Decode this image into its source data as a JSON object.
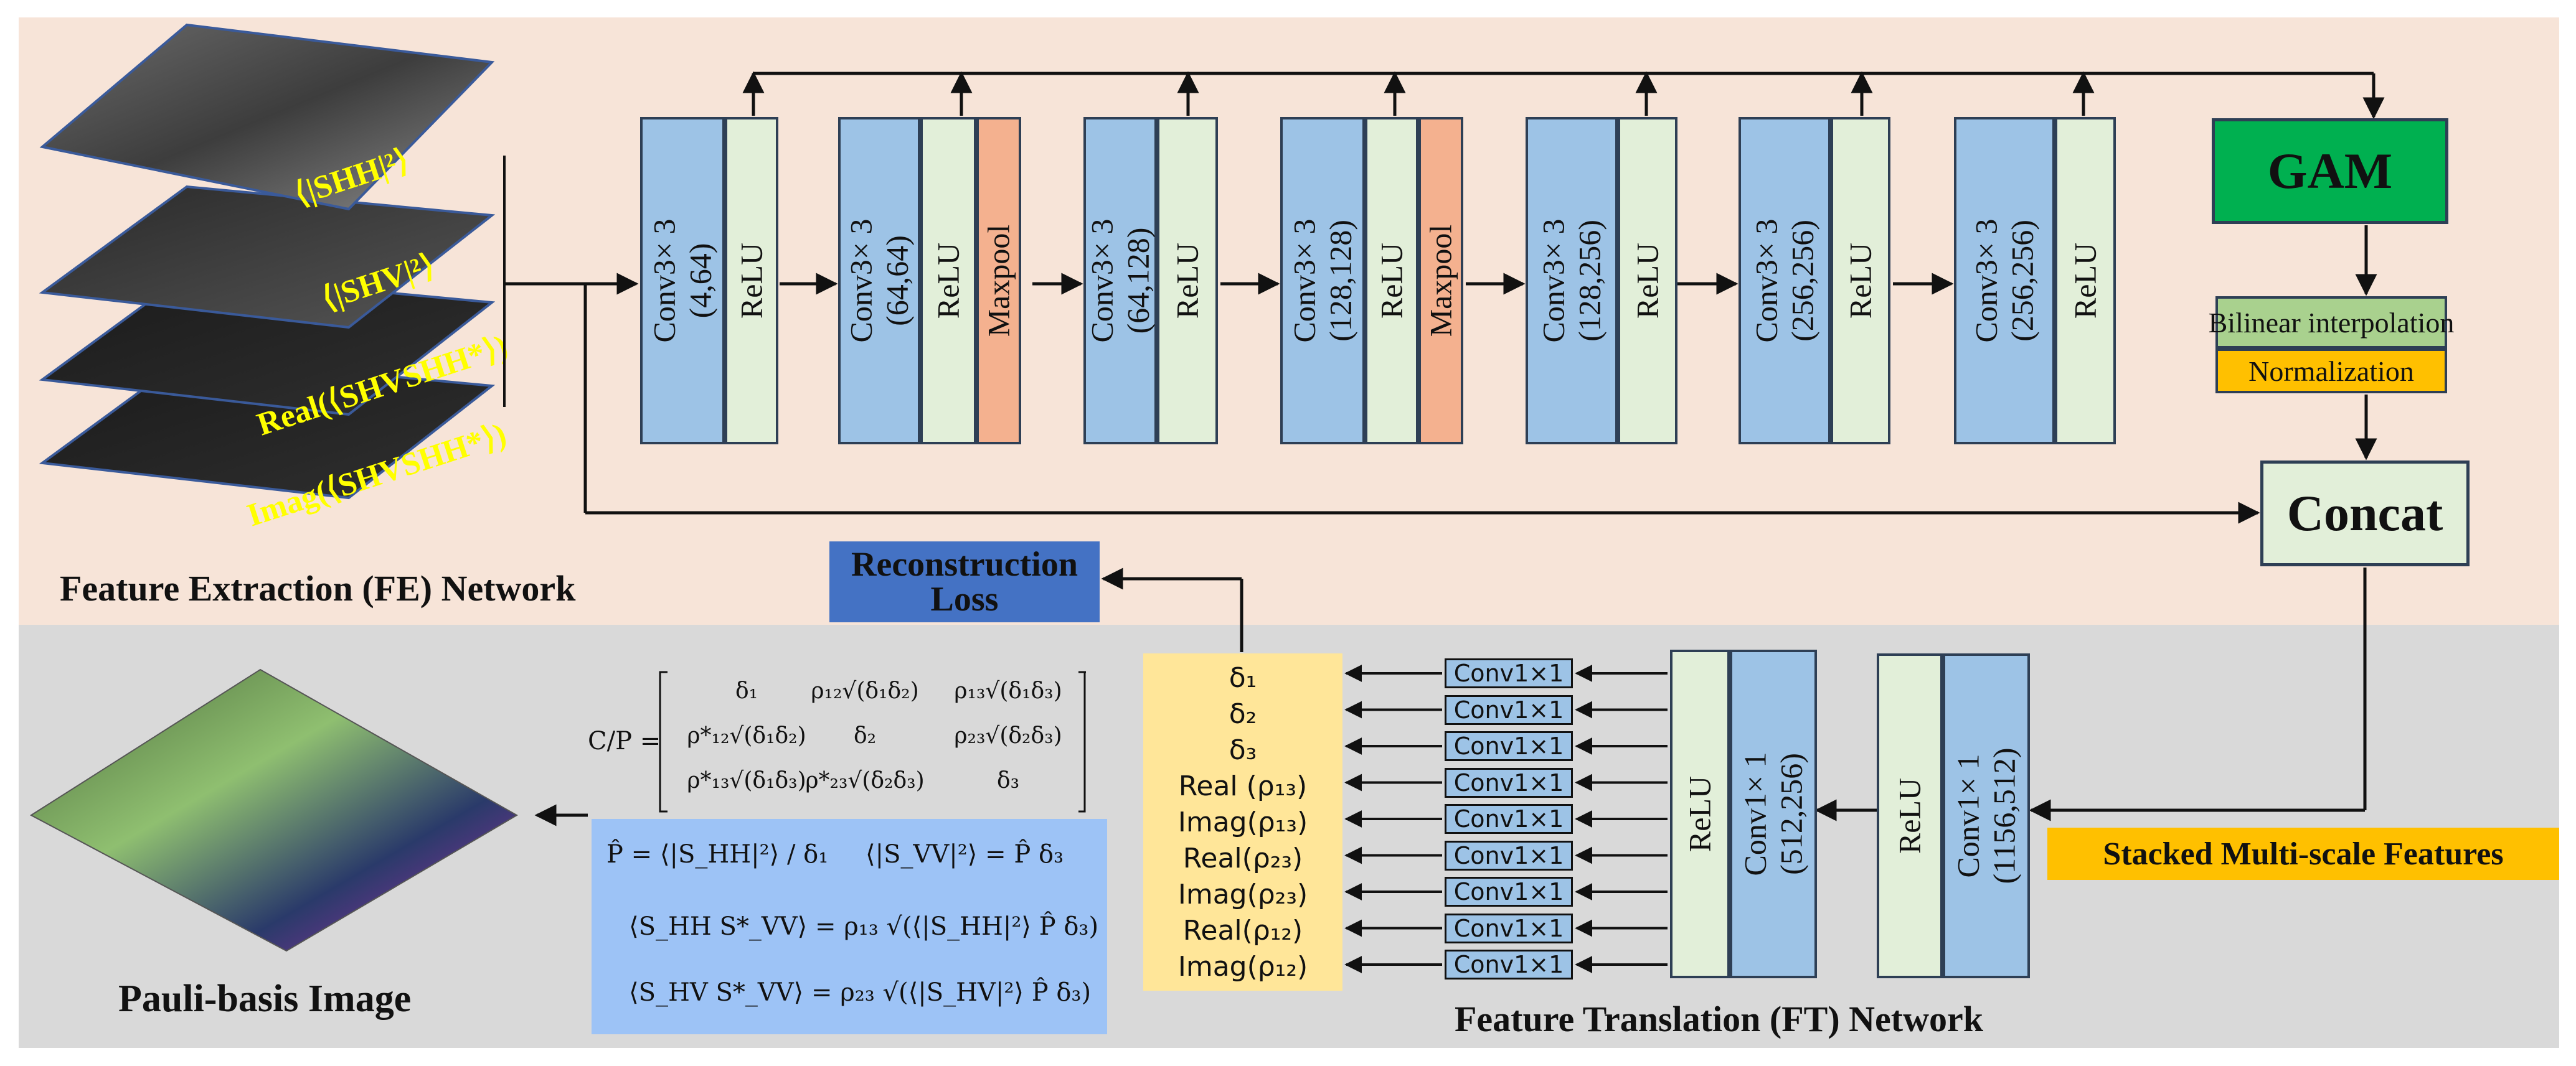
{
  "sections": {
    "fe_title": "Feature Extraction (FE) Network",
    "ft_title": "Feature Translation (FT) Network",
    "output_title": "Pauli-basis Image"
  },
  "input_layers": [
    "⟨|Sₕₕ|²⟩",
    "⟨|Sₕᵥ|²⟩",
    "Real(⟨SₕᵥSₕₕ*⟩)",
    "Imag(⟨SₕᵥSₕₕ*⟩)"
  ],
  "input_labels": [
    "⟨|SHH|²⟩",
    "⟨|SHV|²⟩",
    "Real(⟨SHVSHH*⟩)",
    "Imag(⟨SHVSHH*⟩)"
  ],
  "fe_blocks": [
    {
      "conv": "Conv3× 3",
      "size": "(4,64)",
      "relu": "ReLU",
      "pool": ""
    },
    {
      "conv": "Conv3× 3",
      "size": "(64,64)",
      "relu": "ReLU",
      "pool": "Maxpool"
    },
    {
      "conv": "Conv3× 3",
      "size": "(64,128)",
      "relu": "ReLU",
      "pool": ""
    },
    {
      "conv": "Conv3× 3",
      "size": "(128,128)",
      "relu": "ReLU",
      "pool": "Maxpool"
    },
    {
      "conv": "Conv3× 3",
      "size": "(128,256)",
      "relu": "ReLU",
      "pool": ""
    },
    {
      "conv": "Conv3× 3",
      "size": "(256,256)",
      "relu": "ReLU",
      "pool": ""
    },
    {
      "conv": "Conv3× 3",
      "size": "(256,256)",
      "relu": "ReLU",
      "pool": ""
    }
  ],
  "gam": "GAM",
  "bilinear": "Bilinear interpolation",
  "normalization": "Normalization",
  "concat": "Concat",
  "recon_loss": "Reconstruction Loss",
  "stacked": "Stacked Multi-scale Features",
  "ft_blocks": [
    {
      "relu": "ReLU",
      "conv": "Conv1× 1",
      "size": "(512,256)"
    },
    {
      "relu": "ReLU",
      "conv": "Conv1× 1",
      "size": "(1156,512)"
    }
  ],
  "conv1x1_label": "Conv1×1",
  "conv1x1_count": 9,
  "params": [
    "δ₁",
    "δ₂",
    "δ₃",
    "Real (ρ₁₃)",
    "Imag(ρ₁₃)",
    "Real(ρ₂₃)",
    "Imag(ρ₂₃)",
    "Real(ρ₁₂)",
    "Imag(ρ₁₂)"
  ],
  "matrix": {
    "lhs": "C/P =",
    "rows": [
      [
        "δ₁",
        "ρ₁₂√(δ₁δ₂)",
        "ρ₁₃√(δ₁δ₃)"
      ],
      [
        "ρ*₁₂√(δ₁δ₂)",
        "δ₂",
        "ρ₂₃√(δ₂δ₃)"
      ],
      [
        "ρ*₁₃√(δ₁δ₃)",
        "ρ*₂₃√(δ₂δ₃)",
        "δ₃"
      ]
    ]
  },
  "formulas": [
    "P̂ = ⟨|S_HH|²⟩ / δ₁",
    "⟨|S_VV|²⟩ = P̂ δ₃",
    "⟨S_HH S*_VV⟩ = ρ₁₃ √(⟨|S_HH|²⟩ P̂ δ₃)",
    "⟨S_HV S*_VV⟩ = ρ₂₃ √(⟨|S_HV|²⟩ P̂ δ₃)"
  ],
  "colors": {
    "conv": "#9dc3e6",
    "relu": "#e2efd9",
    "maxpool": "#f4b18f",
    "gam": "#00b050",
    "bilinear": "#a9d18e",
    "normalization": "#ffc000",
    "recon": "#4472c4",
    "params_bg": "#ffe699",
    "formula_bg": "#9dc3f6",
    "fe_bg": "#f7e4d8",
    "ft_bg": "#d9d9d9",
    "input_label": "#ffff00"
  }
}
